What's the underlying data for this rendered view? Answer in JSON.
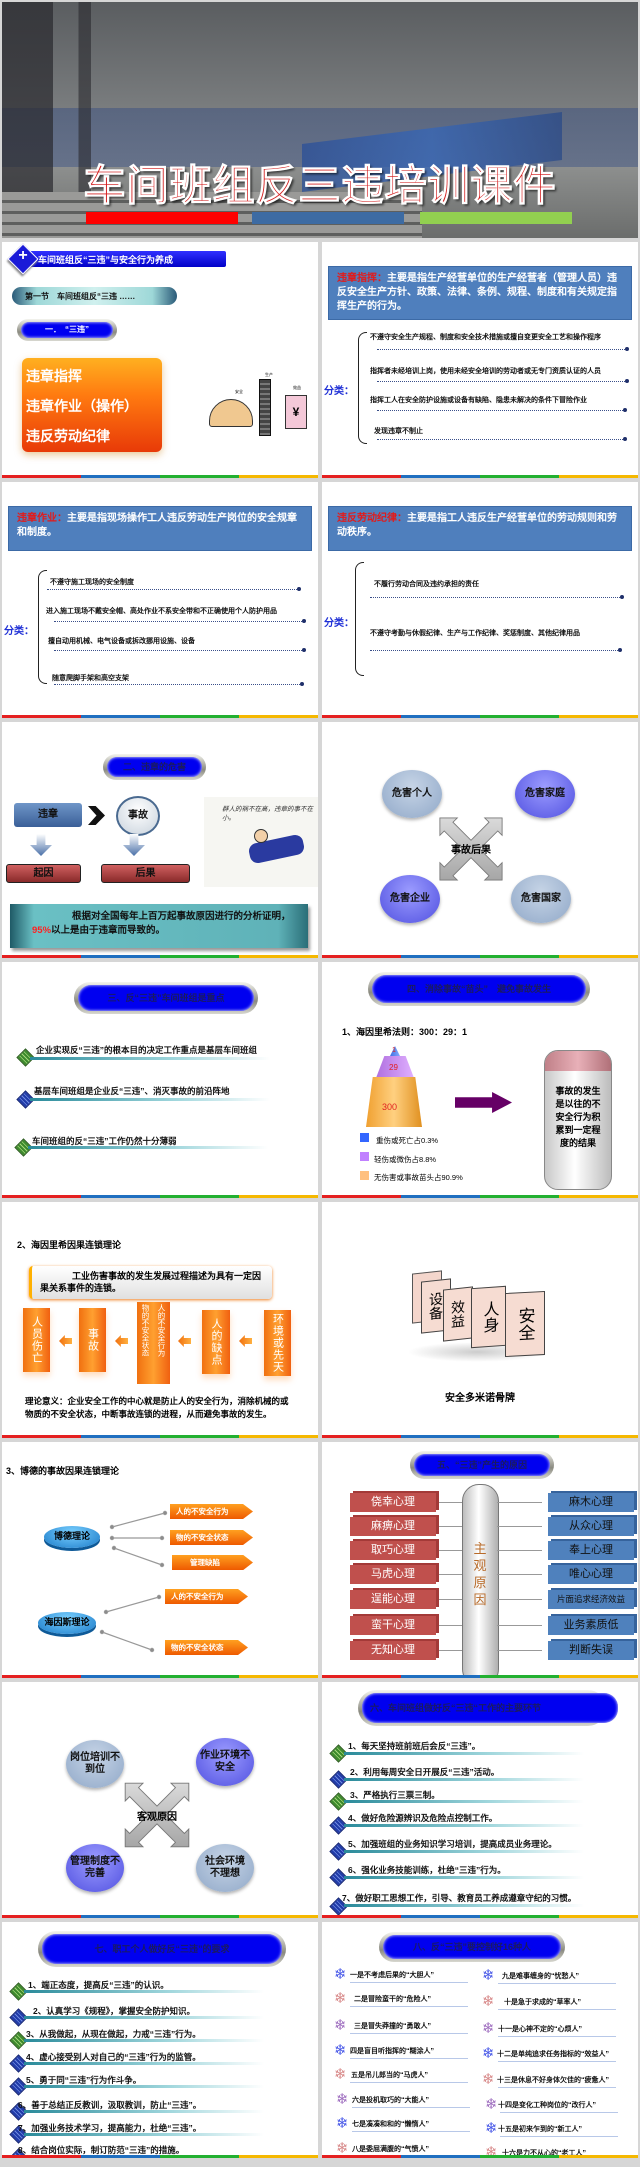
{
  "title_slide": {
    "title": "车间班组反三违培训课件"
  },
  "s1": {
    "header_icon": "+",
    "header": "车间班组反“三违”与安全行为养成",
    "section": "第一节　车间班组反“三违 ……",
    "subsection": "一．　“三违”",
    "items": [
      "违章指挥",
      "违章作业（操作）",
      "违反劳动纪律"
    ],
    "cartoon_labels": [
      "安全",
      "生产",
      "效益"
    ]
  },
  "s2": {
    "term": "违章指挥：",
    "definition": "主要是指生产经营单位的生产经营者（管理人员）违反安全生产方针、政策、法律、条例、规程、制度和有关规定指挥生产的行为。",
    "category_label": "分类：",
    "items": [
      "不遵守安全生产规程、制度和安全技术措施或擅自变更安全工艺和操作程序",
      "指挥者未经培训上岗，使用未经安全培训的劳动者或无专门资质认证的人员",
      "指挥工人在安全防护设施或设备有缺陷、隐患未解决的条件下冒险作业",
      "发现违章不制止"
    ]
  },
  "s3": {
    "term": "违章作业：",
    "definition": "主要是指现场操作工人违反劳动生产岗位的安全规章和制度。",
    "category_label": "分类：",
    "items": [
      "不遵守施工现场的安全制度",
      "进入施工现场不戴安全帽、高处作业不系安全带和不正确使用个人防护用品",
      "擅自动用机械、电气设备或拆改挪用设施、设备",
      "随意爬脚手架和高空支架"
    ]
  },
  "s4": {
    "term": "违反劳动纪律：",
    "definition": "主要是指工人违反生产经营单位的劳动规则和劳动秩序。",
    "category_label": "分类：",
    "items": [
      "不履行劳动合同及违约承担的责任",
      "不遵守考勤与休假纪律、生产与工作纪律、奖惩制度、其他纪律用品"
    ]
  },
  "s5": {
    "pill": "二、违章的危害",
    "cause": "违章",
    "accident": "事故",
    "origin": "起因",
    "consequence": "后果",
    "cartoon_text": "群人的祸不在高，违章的事不在小。",
    "statement_pre": "根据对全国每年上百万起事故原因进行的分析证明，",
    "highlight": "95%",
    "statement_post": "以上是由于违章而导致的。",
    "highlight_color": "#ff2020"
  },
  "s6": {
    "center": "事故后果",
    "nodes": [
      "危害个人",
      "危害家庭",
      "危害企业",
      "危害国家"
    ]
  },
  "s7": {
    "pill": "三、反“三违”车间班组是重点",
    "bullets": [
      "企业实现反“三违”的根本目的决定工作重点是基层车间班组",
      "基层车间班组是企业反“三违”、消灭事故的前沿阵地",
      "车间班组的反“三违”工作仍然十分薄弱"
    ]
  },
  "s8": {
    "pill": "四、消除事故“苗头”　避免事故发生",
    "heading": "1、海因里希法则：300：29：1",
    "pyramid": [
      {
        "label": "1",
        "value": 1
      },
      {
        "label": "29",
        "value": 29
      },
      {
        "label": "300",
        "value": 300
      }
    ],
    "legend": [
      "重伤或死亡占0.3%",
      "轻伤或微伤占8.8%",
      "无伤害或事故苗头占90.9%"
    ],
    "conclusion": "事故的发生是以往的不安全行为积累到一定程度的结果"
  },
  "s9": {
    "heading": "2、海因里希因果连锁理论",
    "box": "工业伤害事故的发生发展过程描述为具有一定因果关系事件的连锁。",
    "chain": [
      "人员伤亡",
      "事故",
      "物的不安全状态",
      "人的不安全行为",
      "人的缺点",
      "环境或先天"
    ],
    "theory": "理论意义：企业安全工作的中心就是防止人的安全行为，消除机械的或物质的不安全状态，中断事故连锁的进程，从而避免事故的发生。"
  },
  "s10": {
    "dominoes": [
      "设备",
      "效益",
      "人身",
      "安全"
    ],
    "caption": "安全多米诺骨牌"
  },
  "s11": {
    "heading": "3、博德的事故因果连锁理论",
    "bird": {
      "name": "博德理论",
      "items": [
        "人的不安全行为",
        "物的不安全状态",
        "管理缺陷"
      ]
    },
    "heinrich": {
      "name": "海因斯理论",
      "items": [
        "人的不安全行为",
        "物的不安全状态"
      ]
    }
  },
  "s12": {
    "pill": "五、“三违”产生的原因",
    "center": "主观原因",
    "left": [
      "侥幸心理",
      "麻痹心理",
      "取巧心理",
      "马虎心理",
      "逞能心理",
      "蛮干心理",
      "无知心理"
    ],
    "right": [
      "麻木心理",
      "从众心理",
      "奉上心理",
      "唯心心理",
      "片面追求经济效益",
      "业务素质低",
      "判断失误"
    ]
  },
  "s13": {
    "center": "客观原因",
    "nodes": [
      "岗位培训不到位",
      "作业环境不安全",
      "管理制度不完善",
      "社会环境不理想"
    ]
  },
  "s14": {
    "pill": "六、车间班组做好反“三违“工作的主要环节",
    "items": [
      "1、每天坚持班前班后会反“三违”。",
      "2、利用每周安全日开展反“三违”活动。",
      "3、严格执行三票三制。",
      "4、做好危险源辨识及危险点控制工作。",
      "5、加强班组的业务知识学习培训，提高成员业务理论。",
      "6、强化业务技能训练，杜绝“三违”行为。",
      "7、做好职工思想工作，引导、教育员工养成遵章守纪的习惯。"
    ]
  },
  "s15": {
    "pill": "七、职工个人做好反“三违”的要求",
    "items": [
      "1、端正态度，提高反“三违”的认识。",
      "2、认真学习《规程》，掌握安全防护知识。",
      "3、从我做起，从现在做起，力戒“三违”行为。",
      "4、虚心接受别人对自己的“三违”行为的监管。",
      "5、勇于同“三违”行为作斗争。",
      "6、善于总结正反教训，汲取教训，防止“三违”。",
      "7、加强业务技术学习，提高能力，杜绝“三违”。",
      "8、结合岗位实际，制订防范“三违”的措施。"
    ]
  },
  "s16": {
    "pill": "八、反“三违”要控制好16种人",
    "items": [
      "一是不考虑后果的“大胆人”",
      "二是冒险蛮干的“危险人”",
      "三是冒失莽撞的“勇敢人”",
      "四是盲目听指挥的“糊涂人”",
      "五是吊儿郎当的“马虎人”",
      "六是投机取巧的“大能人”",
      "七是凑凑和和的“懒惰人”",
      "八是委屈满腹的“气愤人”",
      "九是难事缠身的“忧愁人”",
      "十是急于求成的“草率人”",
      "十一是心神不定的“心烦人”",
      "十二是单纯追求任务指标的“效益人”",
      "十三是休息不好身体欠佳的“疲惫人”",
      "十四是变化工种岗位的“改行人”",
      "十五是初来乍到的“新工人”",
      "十六是力不从心的“老工人”"
    ]
  }
}
